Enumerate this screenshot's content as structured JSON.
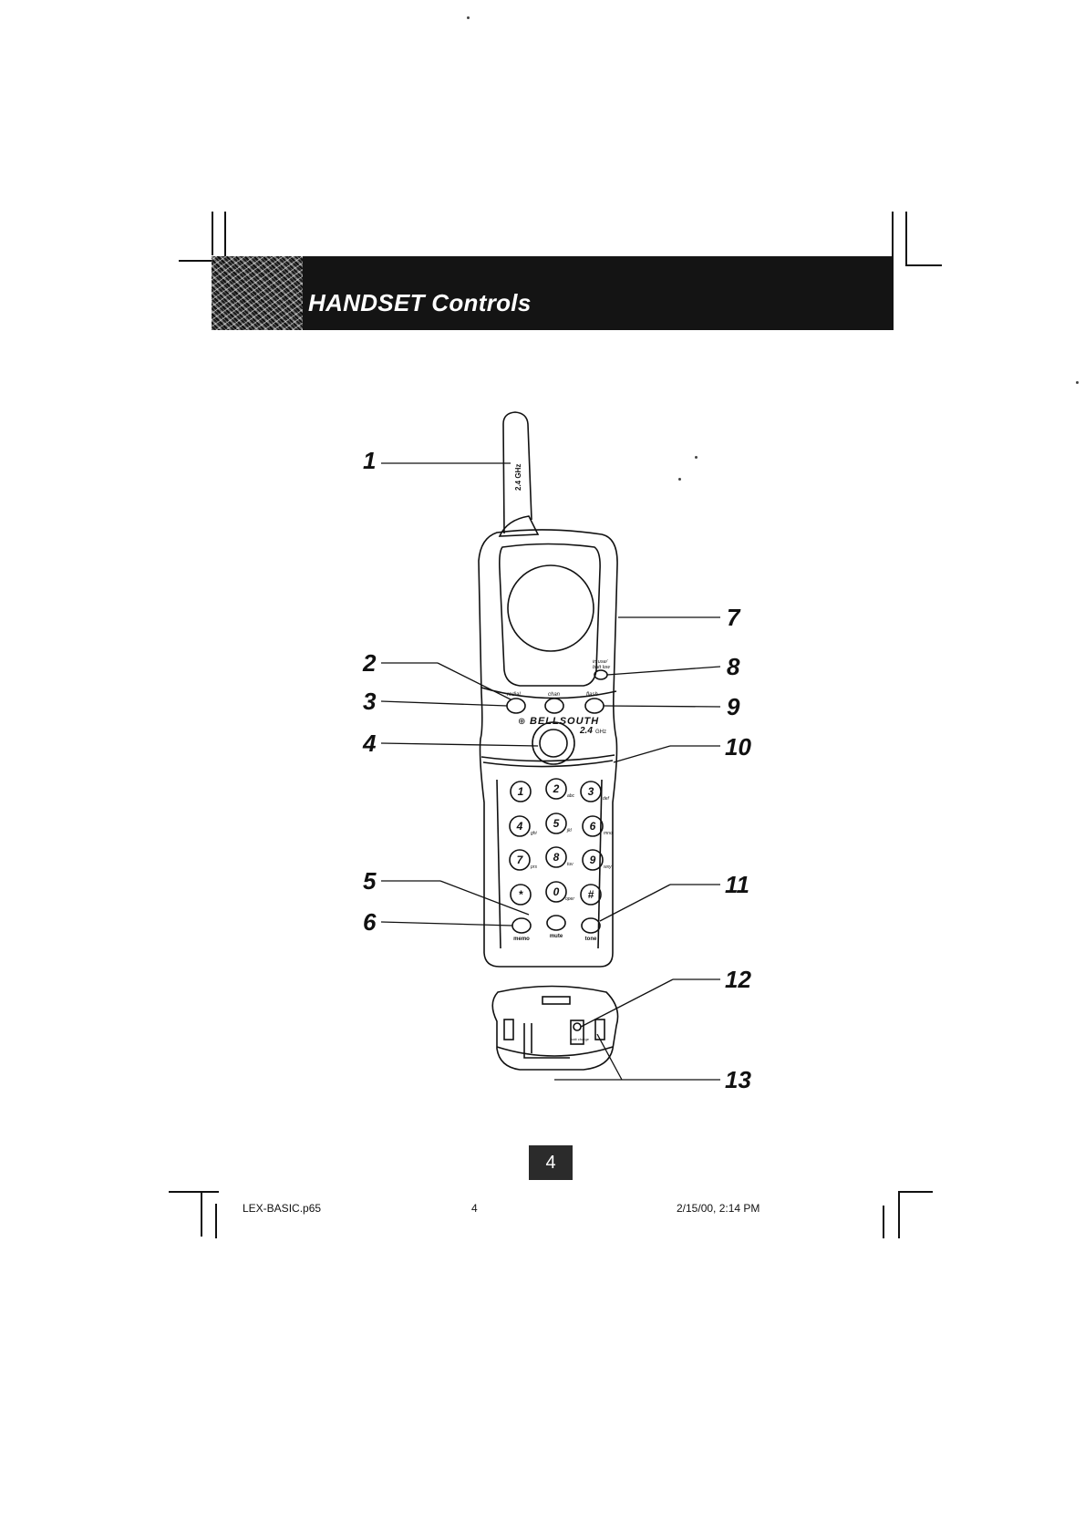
{
  "header": {
    "title": "HANDSET Controls"
  },
  "diagram": {
    "antenna_label": "2.4 GHz",
    "brand": "BELLSOUTH",
    "brand_band": "2.4",
    "brand_band_unit": "GHz",
    "indicator_label_line1": "in use/",
    "indicator_label_line2": "batt low",
    "top_buttons": [
      "redial",
      "chan",
      "flash"
    ],
    "keypad": [
      {
        "digit": "1",
        "letters": ""
      },
      {
        "digit": "2",
        "letters": "abc"
      },
      {
        "digit": "3",
        "letters": "def"
      },
      {
        "digit": "4",
        "letters": "ghi"
      },
      {
        "digit": "5",
        "letters": "jkl"
      },
      {
        "digit": "6",
        "letters": "mno"
      },
      {
        "digit": "7",
        "letters": "prs"
      },
      {
        "digit": "8",
        "letters": "tuv"
      },
      {
        "digit": "9",
        "letters": "wxy"
      },
      {
        "digit": "*",
        "letters": ""
      },
      {
        "digit": "0",
        "letters": "oper"
      },
      {
        "digit": "#",
        "letters": ""
      }
    ],
    "bottom_buttons": [
      "memo",
      "mute",
      "tone"
    ],
    "charge_contacts_label": "batt charge",
    "callouts": [
      "1",
      "2",
      "3",
      "4",
      "5",
      "6",
      "7",
      "8",
      "9",
      "10",
      "11",
      "12",
      "13"
    ]
  },
  "page_number": "4",
  "footer": {
    "filename": "LEX-BASIC.p65",
    "page": "4",
    "datetime": "2/15/00, 2:14 PM"
  }
}
